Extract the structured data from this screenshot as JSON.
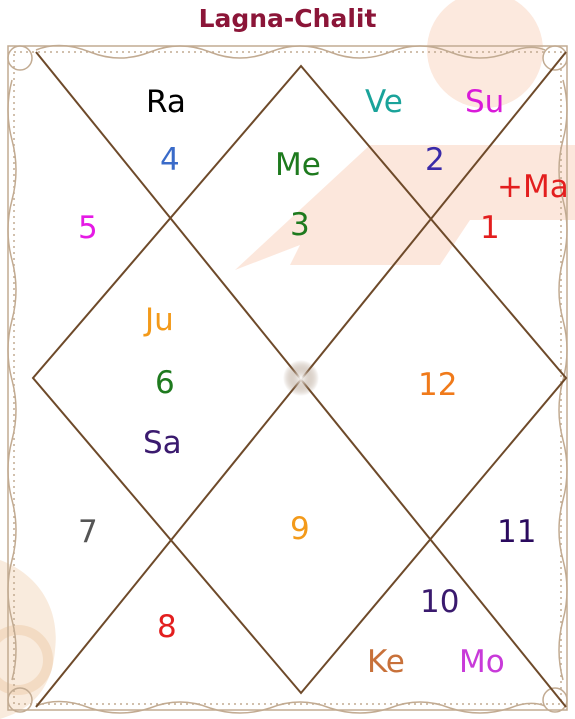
{
  "title": "Lagna-Chalit",
  "colors": {
    "title": "#8b1538",
    "lines": "#6e4a2a",
    "frame": "#c2ab92",
    "watermark": "#fbe3d6"
  },
  "labels": {
    "ra": "Ra",
    "h4": "4",
    "ve": "Ve",
    "su": "Su",
    "me": "Me",
    "h3": "3",
    "h2": "2",
    "ma": "+Ma",
    "h1": "1",
    "h5": "5",
    "ju": "Ju",
    "h6": "6",
    "sa": "Sa",
    "h12": "12",
    "h7": "7",
    "h9": "9",
    "h11": "11",
    "h10": "10",
    "h8": "8",
    "ke": "Ke",
    "mo": "Mo"
  }
}
